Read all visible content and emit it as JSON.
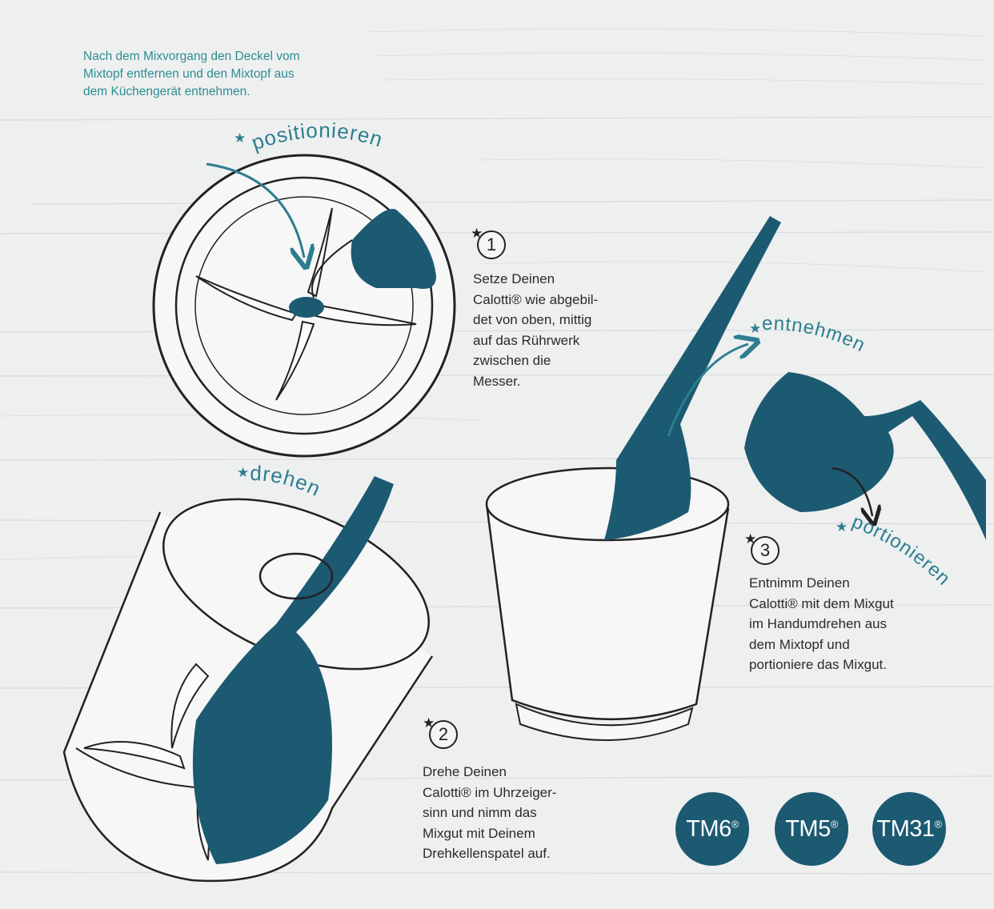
{
  "colors": {
    "accent": "#1c5a72",
    "intro_text": "#2e8c95",
    "action_text": "#2c7e90"
  },
  "intro_text": "Nach dem Mixvorgang den Deckel vom\nMixtopf entfernen und den Mixtopf aus\ndem Küchengerät entnehmen.",
  "actions": {
    "positionieren": "positionieren",
    "drehen": "drehen",
    "entnehmen": "entnehmen",
    "portionieren": "portionieren"
  },
  "steps": [
    {
      "number": "1",
      "text": "Setze Deinen\nCalotti® wie abgebil-\ndet von oben, mittig\nauf das Rührwerk\nzwischen die\nMesser."
    },
    {
      "number": "2",
      "text": "Drehe Deinen\nCalotti® im Uhrzeiger-\nsinn und nimm das\nMixgut mit Deinem\nDrehkellenspatel auf."
    },
    {
      "number": "3",
      "text": "Entnimm Deinen\nCalotti® mit dem Mixgut\nim Handumdrehen aus\ndem Mixtopf und\nportioniere das Mixgut."
    }
  ],
  "badges": [
    {
      "label": "TM6",
      "mark": "®"
    },
    {
      "label": "TM5",
      "mark": "®"
    },
    {
      "label": "TM31",
      "mark": "®"
    }
  ],
  "icons": [
    "star-icon",
    "arrow-icon",
    "rotate-icon"
  ]
}
